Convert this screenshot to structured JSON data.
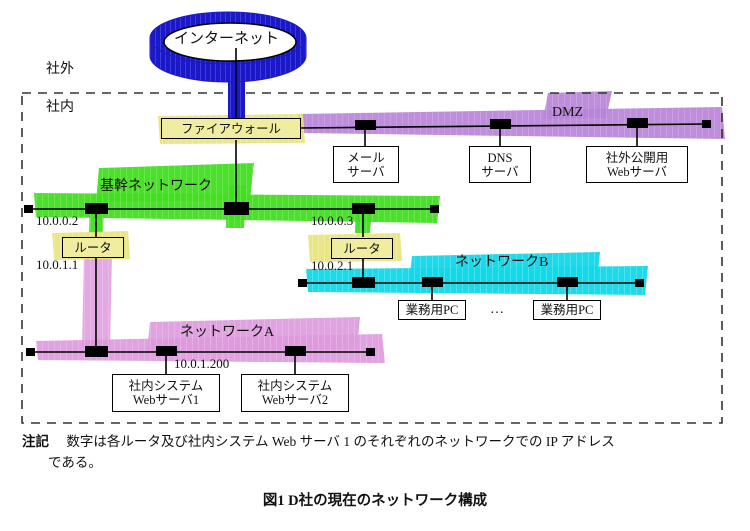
{
  "figure": {
    "caption": "図1  D社の現在のネットワーク構成",
    "note_label": "注記",
    "note_line1": "数字は各ルータ及び社内システム Web サーバ 1 のそれぞれのネットワークでの IP アドレス",
    "note_line2": "である。"
  },
  "zones": {
    "outside_label": "社外",
    "inside_label": "社内"
  },
  "cloud": {
    "label": "インターネット",
    "color": "#1a18c8"
  },
  "segments": {
    "dmz": {
      "label": "DMZ",
      "color": "#b884da"
    },
    "backbone": {
      "label": "基幹ネットワーク",
      "color": "#44dd22"
    },
    "network_b": {
      "label": "ネットワークB",
      "color": "#12d8e8"
    },
    "network_a": {
      "label": "ネットワークA",
      "color": "#dd9add"
    }
  },
  "nodes": {
    "firewall": {
      "label": "ファイアウォール"
    },
    "mail_server": {
      "line1": "メール",
      "line2": "サーバ"
    },
    "dns_server": {
      "line1": "DNS",
      "line2": "サーバ"
    },
    "public_web_server": {
      "line1": "社外公開用",
      "line2": "Webサーバ"
    },
    "router_left": {
      "label": "ルータ"
    },
    "router_right": {
      "label": "ルータ"
    },
    "office_pc_1": {
      "label": "業務用PC"
    },
    "office_pc_2": {
      "label": "業務用PC"
    },
    "pc_ellipsis": "…",
    "internal_web_server_1": {
      "line1": "社内システム",
      "line2": "Webサーバ1"
    },
    "internal_web_server_2": {
      "line1": "社内システム",
      "line2": "Webサーバ2"
    }
  },
  "ip_addresses": {
    "router_left_backbone": "10.0.0.2",
    "router_left_lan": "10.0.1.1",
    "router_right_backbone": "10.0.0.3",
    "router_right_lan": "10.0.2.1",
    "internal_web_server_1": "10.0.1.200"
  }
}
